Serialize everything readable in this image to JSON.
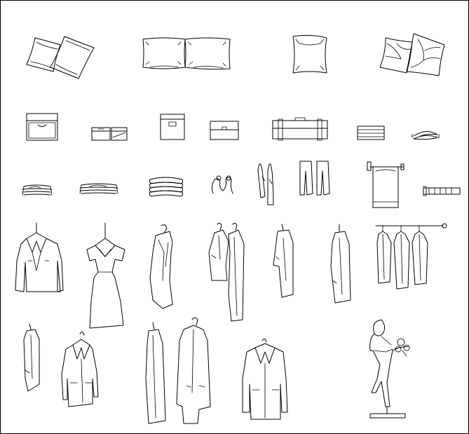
{
  "title": "",
  "background": "#ffffff",
  "line_color": "#000000",
  "symbols": [
    {
      "row": 1,
      "items": [
        "pillow-pair-icon",
        "pillow-flat-pair-icon",
        "pillow-single-icon",
        "pillow-patterned-pair-icon"
      ]
    },
    {
      "row": 2,
      "items": [
        "storage-box-open-icon",
        "small-boxes-pair-icon",
        "storage-box-lidded-icon",
        "flat-box-icon",
        "suitcase-icon",
        "folded-stack-icon",
        "rolled-towels-icon"
      ]
    },
    {
      "row": 3,
      "items": [
        "folded-shirts-stack-icon",
        "folded-shirts-stack-icon",
        "towel-stack-icon",
        "wall-hooks-icon",
        "hanging-scarves-icon",
        "hanging-trousers-icon",
        "trouser-rail-icon",
        "tie-rack-icon"
      ]
    },
    {
      "row": 4,
      "items": [
        "jacket-on-hanger-icon",
        "dress-on-hanger-icon",
        "robe-on-hanger-icon",
        "coats-on-hangers-icon",
        "coat-side-view-icon",
        "coat-side-view-icon",
        "garments-on-rail-icon"
      ]
    },
    {
      "row": 5,
      "items": [
        "shirt-side-view-icon",
        "coat-front-view-icon",
        "long-coats-pair-icon",
        "overcoat-on-hanger-icon",
        "mannequin-figure-icon"
      ]
    }
  ]
}
